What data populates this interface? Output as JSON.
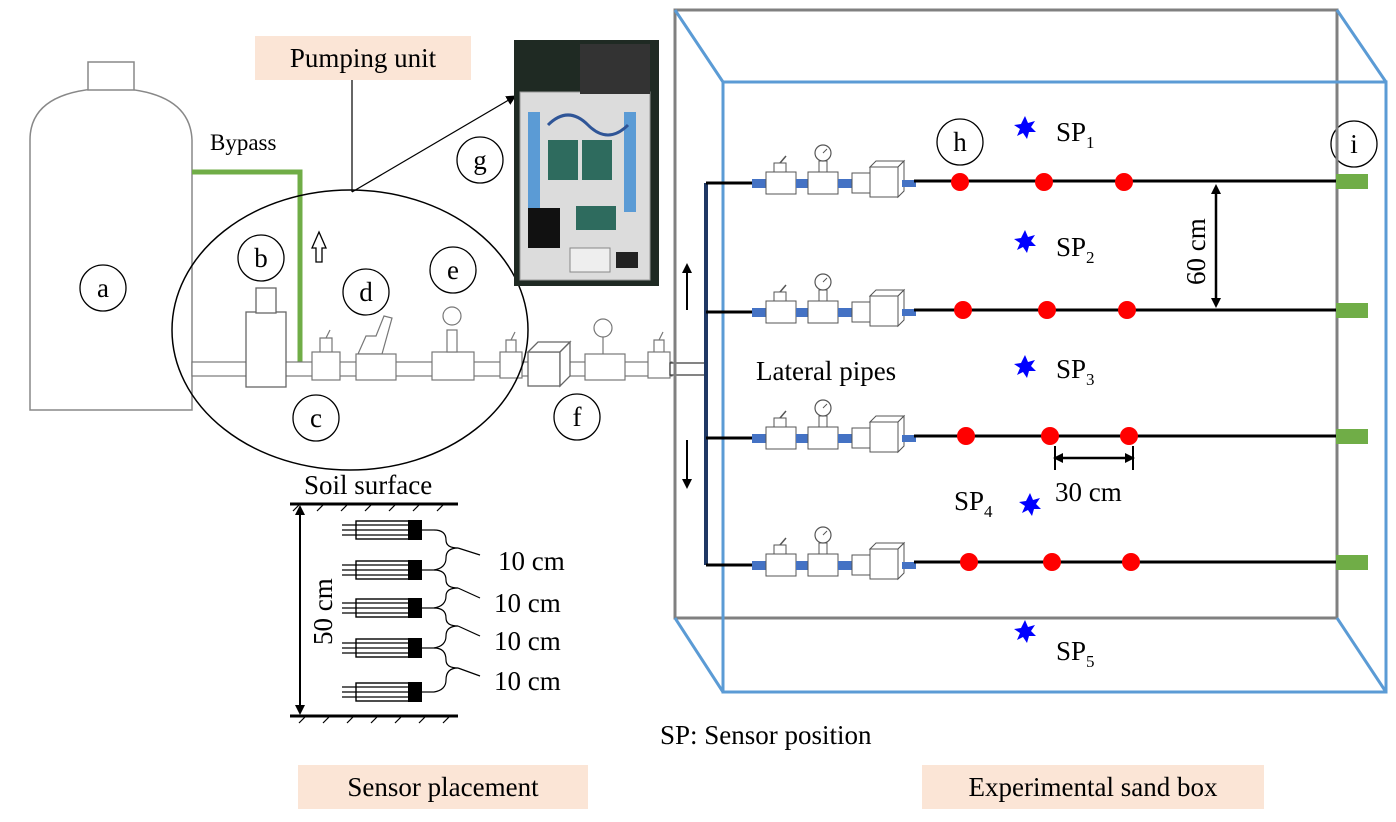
{
  "titles": {
    "pumping_unit": "Pumping unit",
    "sensor_placement": "Sensor  placement",
    "experimental_sand_box": "Experimental sand box"
  },
  "labels": {
    "bypass": "Bypass",
    "lateral_pipes": "Lateral pipes",
    "soil_surface": "Soil surface",
    "sp_legend": "SP: Sensor position",
    "dim_60cm": "60 cm",
    "dim_30cm": "30 cm",
    "dim_50cm": "50 cm",
    "depth_spacing": [
      "10 cm",
      "10 cm",
      "10 cm",
      "10 cm"
    ]
  },
  "component_letters": {
    "a": "a",
    "b": "b",
    "c": "c",
    "d": "d",
    "e": "e",
    "f": "f",
    "g": "g",
    "h": "h",
    "i": "i"
  },
  "sensor_positions": [
    {
      "prefix": "SP",
      "sub": "1"
    },
    {
      "prefix": "SP",
      "sub": "2"
    },
    {
      "prefix": "SP",
      "sub": "3"
    },
    {
      "prefix": "SP",
      "sub": "4"
    },
    {
      "prefix": "SP",
      "sub": "5"
    }
  ],
  "colors": {
    "bypass_pipe": "#70ad47",
    "box_front": "#5b9bd5",
    "box_back": "#808080",
    "emitter": "#ff0000",
    "sensor_star": "#0000ff",
    "lateral_end": "#70ad47",
    "fitting_blue": "#4472c4",
    "title_bg": "#fbe5d6"
  }
}
